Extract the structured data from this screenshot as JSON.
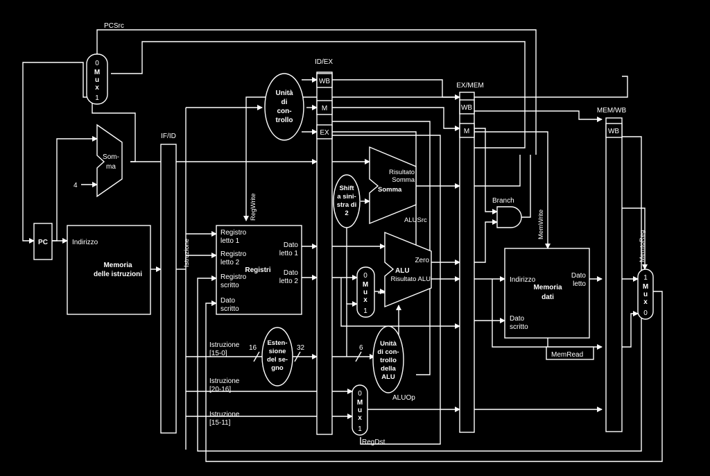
{
  "signals": {
    "pcsrc": "PCSrc",
    "regwrite": "RegWrite",
    "alusrc": "ALUSrc",
    "branch": "Branch",
    "memwrite": "MemWrite",
    "memtoreg": "MemtoReg",
    "memread": "MemRead",
    "aluop": "ALUOp",
    "regdst": "RegDst"
  },
  "pipeline_registers": {
    "ifid": "IF/ID",
    "idex": "ID/EX",
    "exmem": "EX/MEM",
    "memwb": "MEM/WB"
  },
  "pipeline_fields": {
    "wb": "WB",
    "m": "M",
    "ex": "EX"
  },
  "pc": {
    "label": "PC"
  },
  "const_four": "4",
  "adder_pc": {
    "line1": "Som-",
    "line2": "ma"
  },
  "mux_pc": {
    "top": "0",
    "m": "M",
    "u": "u",
    "x": "x",
    "bottom": "1"
  },
  "instruction_memory": {
    "address": "Indirizzo",
    "title1": "Memoria",
    "title2": "delle istruzioni"
  },
  "ifid_field": "Istruzione",
  "control_unit": {
    "l1": "Unità",
    "l2": "di",
    "l3": "con-",
    "l4": "trollo"
  },
  "registers": {
    "read1_a": "Registro",
    "read1_b": "letto 1",
    "read2_a": "Registro",
    "read2_b": "letto 2",
    "write_a": "Registro",
    "write_b": "scritto",
    "wdata_a": "Dato",
    "wdata_b": "scritto",
    "title": "Registri",
    "out1_a": "Dato",
    "out1_b": "letto 1",
    "out2_a": "Dato",
    "out2_b": "letto 2"
  },
  "instr_fields": {
    "f15_0_a": "Istruzione",
    "f15_0_b": "[15-0]",
    "f20_16_a": "Istruzione",
    "f20_16_b": "[20-16]",
    "f15_11_a": "Istruzione",
    "f15_11_b": "[15-11]"
  },
  "bus_widths": {
    "w16": "16",
    "w32": "32",
    "w6": "6"
  },
  "sign_extend": {
    "l1": "Esten-",
    "l2": "sione",
    "l3": "del se-",
    "l4": "gno"
  },
  "shift": {
    "l1": "Shift",
    "l2": "a sini-",
    "l3": "stra di",
    "l4": "2"
  },
  "branch_adder": {
    "label": "Somma",
    "out1": "Risultato",
    "out2": "Somma"
  },
  "alu": {
    "label": "ALU",
    "zero": "Zero",
    "result": "Risultato ALU"
  },
  "mux_alu": {
    "top": "0",
    "m": "M",
    "u": "u",
    "x": "x",
    "bottom": "1"
  },
  "alu_control": {
    "l1": "Unità",
    "l2": "di con-",
    "l3": "trollo",
    "l4": "della",
    "l5": "ALU"
  },
  "mux_regdst": {
    "top": "0",
    "m": "M",
    "u": "u",
    "x": "x",
    "bottom": "1"
  },
  "data_memory": {
    "address": "Indirizzo",
    "title1": "Memoria",
    "title2": "dati",
    "out_a": "Dato",
    "out_b": "letto",
    "in_a": "Dato",
    "in_b": "scritto"
  },
  "mux_wb": {
    "top": "1",
    "m": "M",
    "u": "u",
    "x": "x",
    "bottom": "0"
  }
}
